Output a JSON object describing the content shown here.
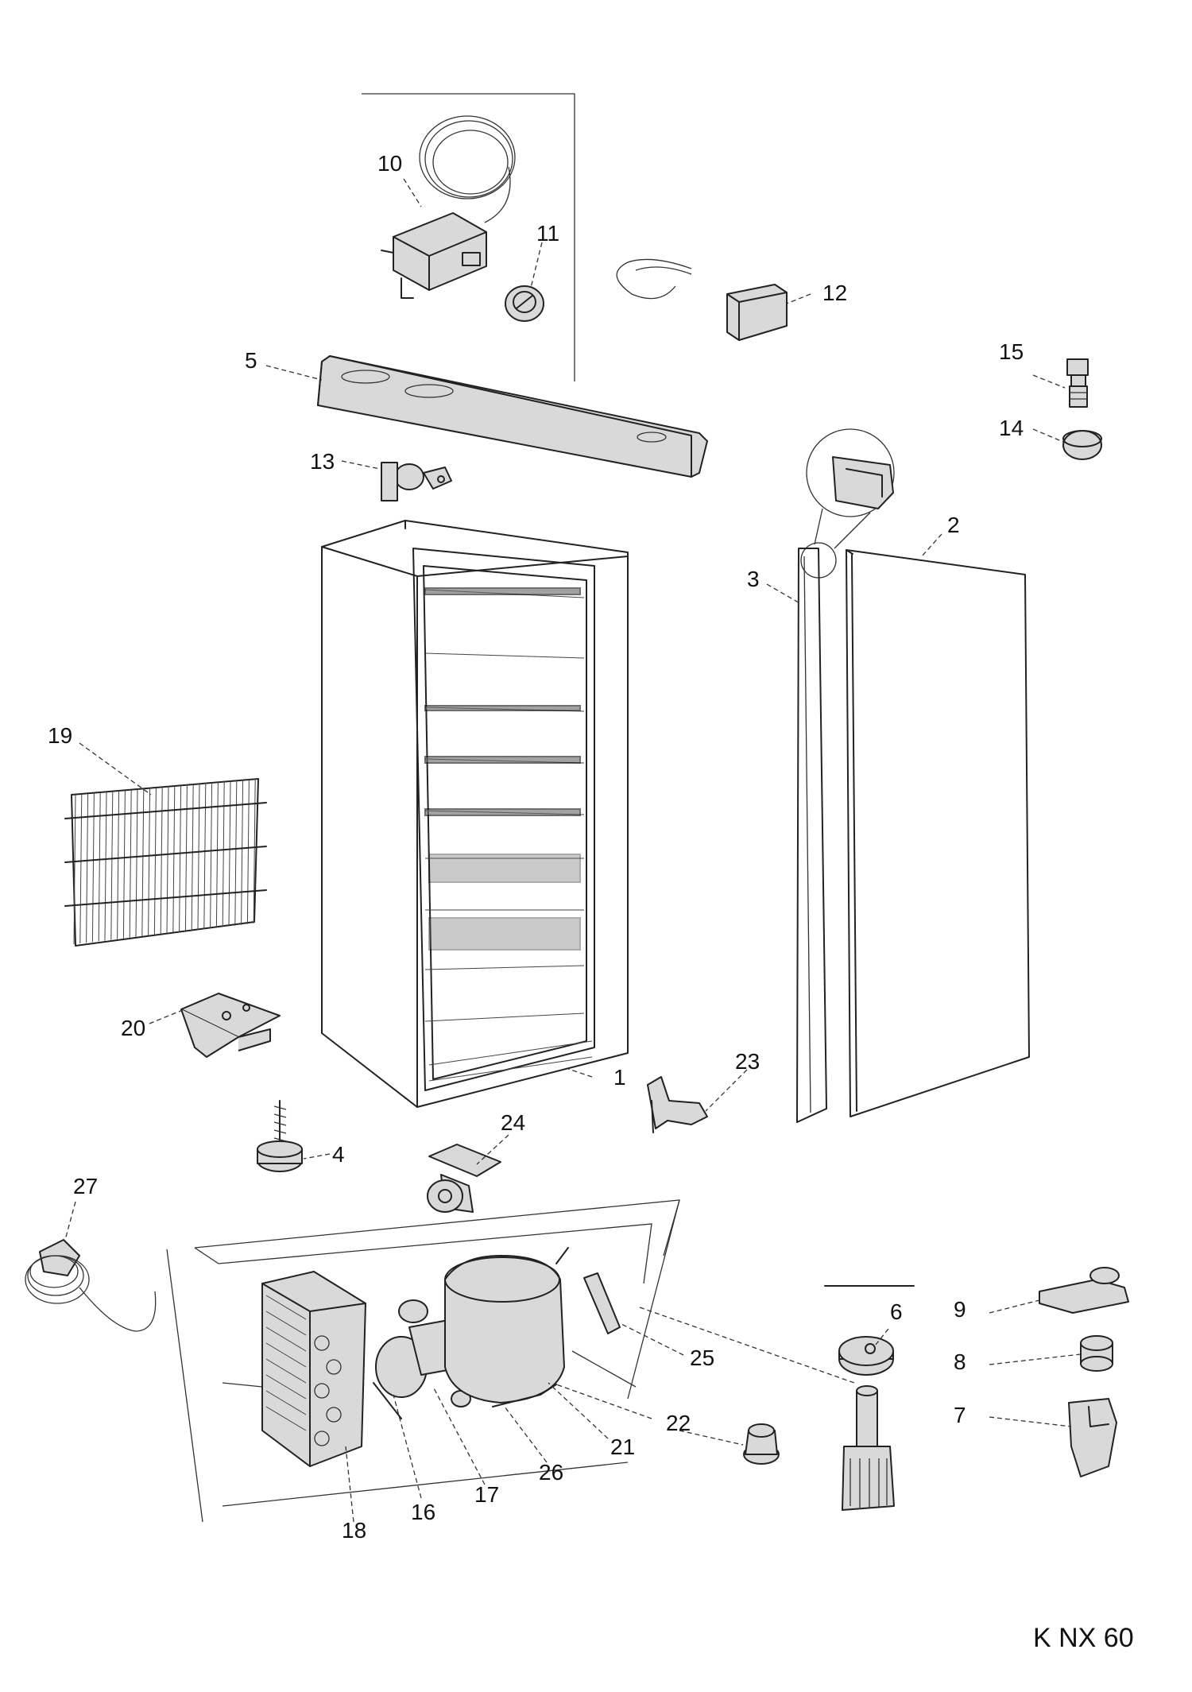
{
  "diagram": {
    "model_code": "K NX 60",
    "callouts": [
      {
        "id": "c1",
        "label": "1"
      },
      {
        "id": "c2",
        "label": "2"
      },
      {
        "id": "c3",
        "label": "3"
      },
      {
        "id": "c4",
        "label": "4"
      },
      {
        "id": "c5",
        "label": "5"
      },
      {
        "id": "c6",
        "label": "6"
      },
      {
        "id": "c7",
        "label": "7"
      },
      {
        "id": "c8",
        "label": "8"
      },
      {
        "id": "c9",
        "label": "9"
      },
      {
        "id": "c10",
        "label": "10"
      },
      {
        "id": "c11",
        "label": "11"
      },
      {
        "id": "c12",
        "label": "12"
      },
      {
        "id": "c13",
        "label": "13"
      },
      {
        "id": "c14",
        "label": "14"
      },
      {
        "id": "c15",
        "label": "15"
      },
      {
        "id": "c16",
        "label": "16"
      },
      {
        "id": "c17",
        "label": "17"
      },
      {
        "id": "c18",
        "label": "18"
      },
      {
        "id": "c19",
        "label": "19"
      },
      {
        "id": "c20",
        "label": "20"
      },
      {
        "id": "c21",
        "label": "21"
      },
      {
        "id": "c22",
        "label": "22"
      },
      {
        "id": "c23",
        "label": "23"
      },
      {
        "id": "c24",
        "label": "24"
      },
      {
        "id": "c25",
        "label": "25"
      },
      {
        "id": "c26",
        "label": "26"
      },
      {
        "id": "c27",
        "label": "27"
      }
    ]
  }
}
